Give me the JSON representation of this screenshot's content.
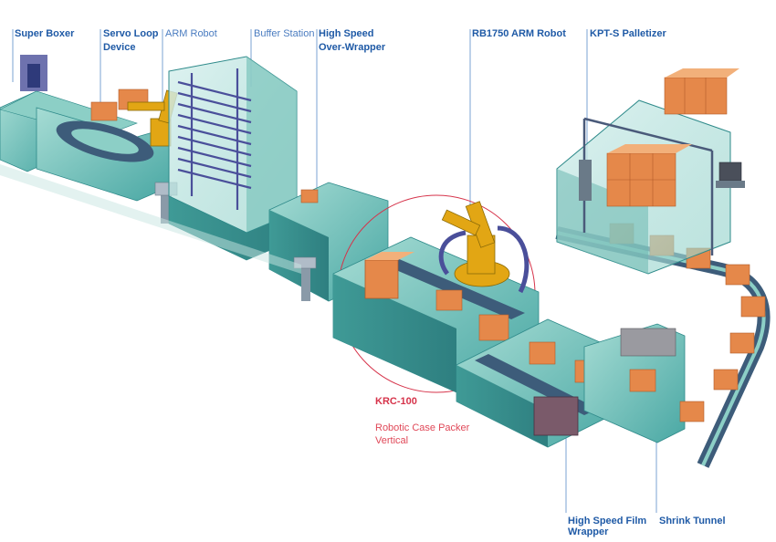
{
  "labels": {
    "super_boxer": "Super Boxer",
    "servo_loop_1": "Servo Loop",
    "servo_loop_2": "Device",
    "arm_robot": "ARM Robot",
    "buffer_station": "Buffer Station",
    "over_wrapper_1": "High Speed",
    "over_wrapper_2": "Over-Wrapper",
    "rb_arm_robot": "RB1750 ARM Robot",
    "palletizer": "KPT-S Palletizer",
    "krc_title": "KRC-100",
    "krc_desc_1": "Robotic Case Packer",
    "krc_desc_2": "Vertical",
    "film_wrapper_1": "High Speed Film",
    "film_wrapper_2": "Wrapper",
    "shrink_tunnel": "Shrink Tunnel"
  },
  "colors": {
    "machine": "#5fb8b0",
    "machine_dark": "#2e8a8a",
    "machine_light": "#a6dcd4",
    "conveyor": "#3d5c7a",
    "box": "#e5884a",
    "box_top": "#f2b07a",
    "robot": "#e2a614",
    "frame": "#4a4f9a",
    "label_blue": "#1f5aa6",
    "highlight_red": "#d6334a"
  }
}
